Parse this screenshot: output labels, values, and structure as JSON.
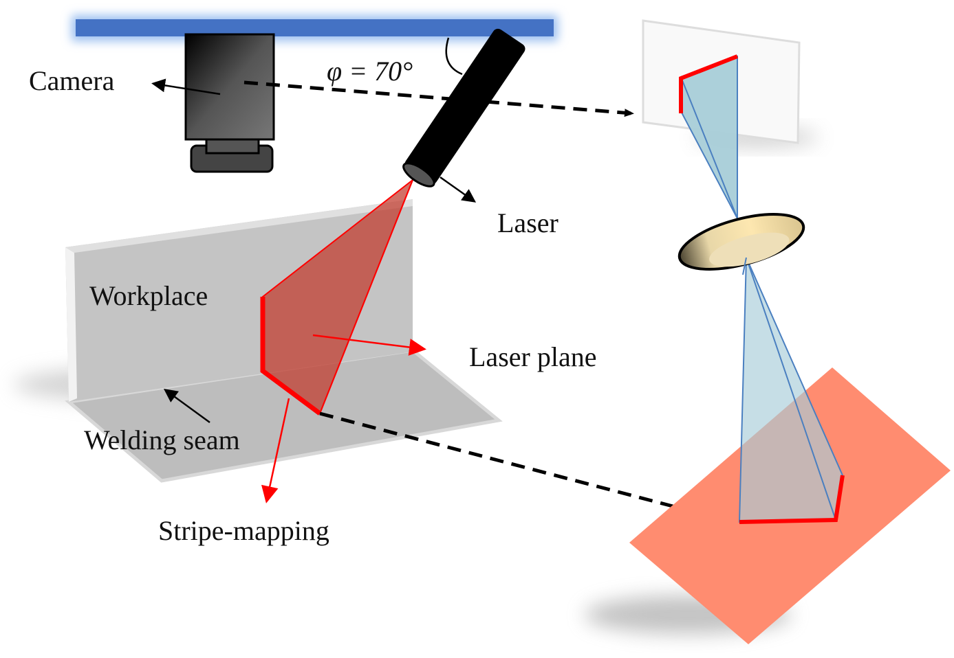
{
  "labels": {
    "camera": "Camera",
    "angle": "φ = 70°",
    "laser": "Laser",
    "workplace": "Workplace",
    "laser_plane": "Laser plane",
    "welding_seam": "Welding seam",
    "stripe_mapping": "Stripe-mapping"
  },
  "colors": {
    "mount_bar": "#4472C4",
    "laser_plane": "#C0392B",
    "stripe": "#FF0000",
    "projection": "#A8CDD8",
    "projection_edge": "#4A7FC0",
    "ground_plane": "#FF8C70",
    "workpiece": "#BFBFBF"
  }
}
